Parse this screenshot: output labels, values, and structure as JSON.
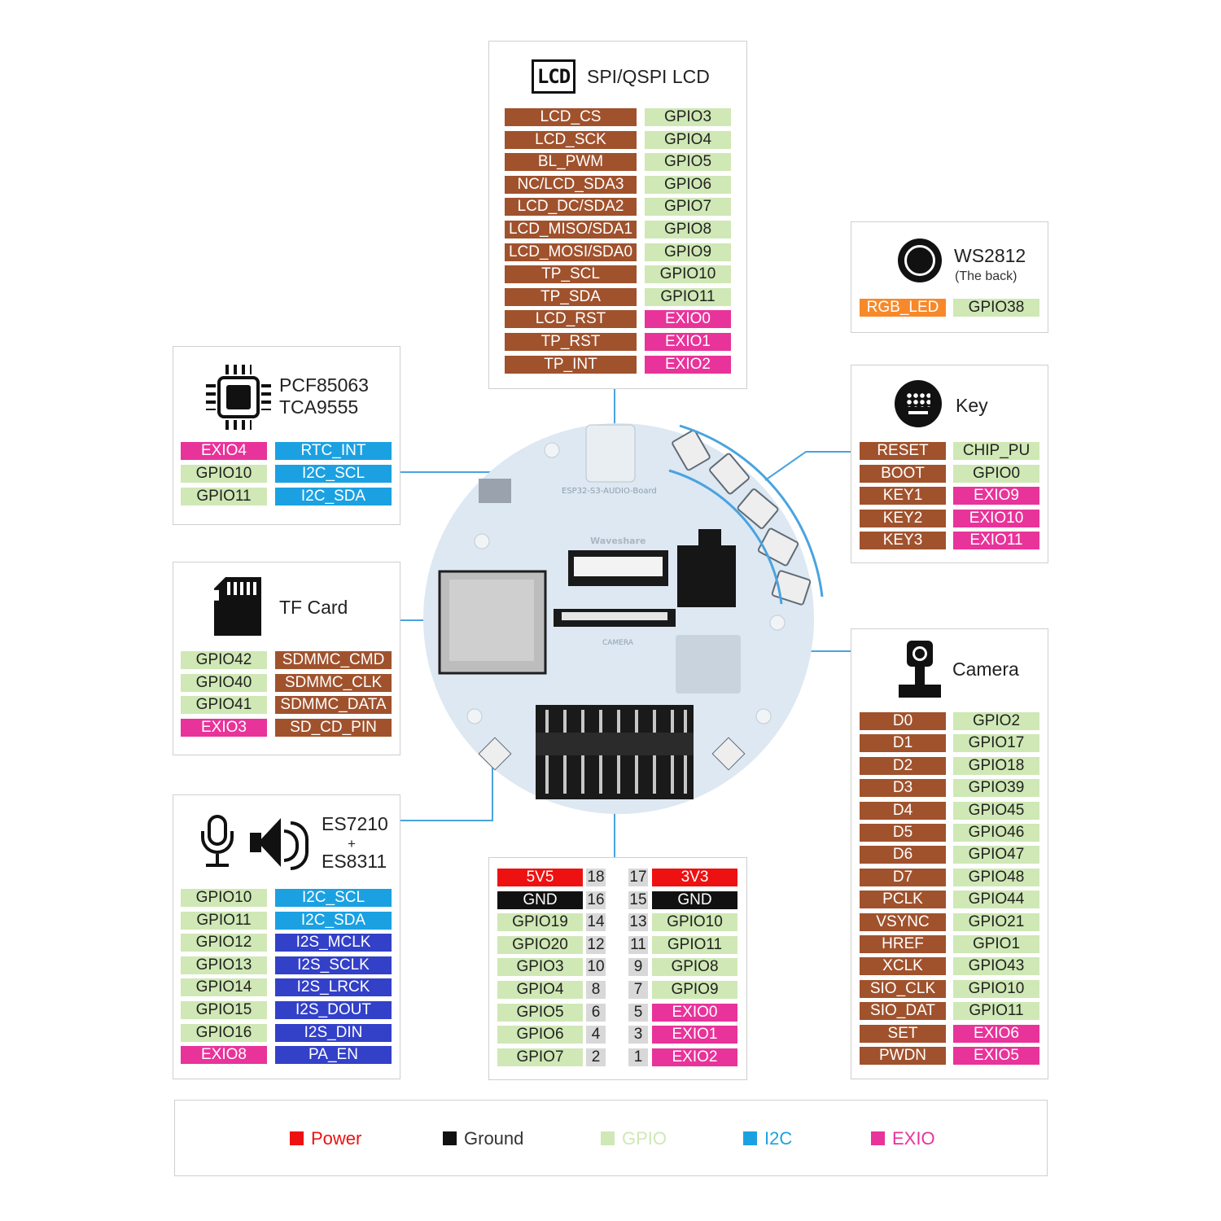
{
  "lcd": {
    "icon_text": "LCD",
    "title": "SPI/QSPI LCD",
    "rows": [
      {
        "fn": "LCD_CS",
        "pin": "GPIO3",
        "pin_type": "gpio"
      },
      {
        "fn": "LCD_SCK",
        "pin": "GPIO4",
        "pin_type": "gpio"
      },
      {
        "fn": "BL_PWM",
        "pin": "GPIO5",
        "pin_type": "gpio"
      },
      {
        "fn": "NC/LCD_SDA3",
        "pin": "GPIO6",
        "pin_type": "gpio"
      },
      {
        "fn": "LCD_DC/SDA2",
        "pin": "GPIO7",
        "pin_type": "gpio"
      },
      {
        "fn": "LCD_MISO/SDA1",
        "pin": "GPIO8",
        "pin_type": "gpio"
      },
      {
        "fn": "LCD_MOSI/SDA0",
        "pin": "GPIO9",
        "pin_type": "gpio"
      },
      {
        "fn": "TP_SCL",
        "pin": "GPIO10",
        "pin_type": "gpio"
      },
      {
        "fn": "TP_SDA",
        "pin": "GPIO11",
        "pin_type": "gpio"
      },
      {
        "fn": "LCD_RST",
        "pin": "EXIO0",
        "pin_type": "exio"
      },
      {
        "fn": "TP_RST",
        "pin": "EXIO1",
        "pin_type": "exio"
      },
      {
        "fn": "TP_INT",
        "pin": "EXIO2",
        "pin_type": "exio"
      }
    ]
  },
  "ws2812": {
    "title": "WS2812",
    "subtitle": "(The back)",
    "rows": [
      {
        "fn": "RGB_LED",
        "pin": "GPIO38"
      }
    ]
  },
  "key": {
    "title": "Key",
    "rows": [
      {
        "fn": "RESET",
        "pin": "CHIP_PU",
        "pin_type": "gpio"
      },
      {
        "fn": "BOOT",
        "pin": "GPIO0",
        "pin_type": "gpio"
      },
      {
        "fn": "KEY1",
        "pin": "EXIO9",
        "pin_type": "exio"
      },
      {
        "fn": "KEY2",
        "pin": "EXIO10",
        "pin_type": "exio"
      },
      {
        "fn": "KEY3",
        "pin": "EXIO11",
        "pin_type": "exio"
      }
    ]
  },
  "rtc": {
    "title_line1": "PCF85063",
    "title_line2": "TCA9555",
    "rows": [
      {
        "pin": "EXIO4",
        "pin_type": "exio",
        "fn": "RTC_INT"
      },
      {
        "pin": "GPIO10",
        "pin_type": "gpio",
        "fn": "I2C_SCL"
      },
      {
        "pin": "GPIO11",
        "pin_type": "gpio",
        "fn": "I2C_SDA"
      }
    ]
  },
  "tf": {
    "title": "TF Card",
    "rows": [
      {
        "pin": "GPIO42",
        "pin_type": "gpio",
        "fn": "SDMMC_CMD"
      },
      {
        "pin": "GPIO40",
        "pin_type": "gpio",
        "fn": "SDMMC_CLK"
      },
      {
        "pin": "GPIO41",
        "pin_type": "gpio",
        "fn": "SDMMC_DATA"
      },
      {
        "pin": "EXIO3",
        "pin_type": "exio",
        "fn": "SD_CD_PIN"
      }
    ]
  },
  "audio": {
    "title_line1": "ES7210",
    "title_plus": "+",
    "title_line2": "ES8311",
    "rows": [
      {
        "pin": "GPIO10",
        "pin_type": "gpio",
        "fn": "I2C_SCL",
        "fn_type": "i2c"
      },
      {
        "pin": "GPIO11",
        "pin_type": "gpio",
        "fn": "I2C_SDA",
        "fn_type": "i2c"
      },
      {
        "pin": "GPIO12",
        "pin_type": "gpio",
        "fn": "I2S_MCLK",
        "fn_type": "i2s"
      },
      {
        "pin": "GPIO13",
        "pin_type": "gpio",
        "fn": "I2S_SCLK",
        "fn_type": "i2s"
      },
      {
        "pin": "GPIO14",
        "pin_type": "gpio",
        "fn": "I2S_LRCK",
        "fn_type": "i2s"
      },
      {
        "pin": "GPIO15",
        "pin_type": "gpio",
        "fn": "I2S_DOUT",
        "fn_type": "i2s"
      },
      {
        "pin": "GPIO16",
        "pin_type": "gpio",
        "fn": "I2S_DIN",
        "fn_type": "i2s"
      },
      {
        "pin": "EXIO8",
        "pin_type": "exio",
        "fn": "PA_EN",
        "fn_type": "i2s"
      }
    ]
  },
  "camera": {
    "title": "Camera",
    "rows": [
      {
        "fn": "D0",
        "pin": "GPIO2",
        "pin_type": "gpio"
      },
      {
        "fn": "D1",
        "pin": "GPIO17",
        "pin_type": "gpio"
      },
      {
        "fn": "D2",
        "pin": "GPIO18",
        "pin_type": "gpio"
      },
      {
        "fn": "D3",
        "pin": "GPIO39",
        "pin_type": "gpio"
      },
      {
        "fn": "D4",
        "pin": "GPIO45",
        "pin_type": "gpio"
      },
      {
        "fn": "D5",
        "pin": "GPIO46",
        "pin_type": "gpio"
      },
      {
        "fn": "D6",
        "pin": "GPIO47",
        "pin_type": "gpio"
      },
      {
        "fn": "D7",
        "pin": "GPIO48",
        "pin_type": "gpio"
      },
      {
        "fn": "PCLK",
        "pin": "GPIO44",
        "pin_type": "gpio"
      },
      {
        "fn": "VSYNC",
        "pin": "GPIO21",
        "pin_type": "gpio"
      },
      {
        "fn": "HREF",
        "pin": "GPIO1",
        "pin_type": "gpio"
      },
      {
        "fn": "XCLK",
        "pin": "GPIO43",
        "pin_type": "gpio"
      },
      {
        "fn": "SIO_CLK",
        "pin": "GPIO10",
        "pin_type": "gpio"
      },
      {
        "fn": "SIO_DAT",
        "pin": "GPIO11",
        "pin_type": "gpio"
      },
      {
        "fn": "SET",
        "pin": "EXIO6",
        "pin_type": "exio"
      },
      {
        "fn": "PWDN",
        "pin": "EXIO5",
        "pin_type": "exio"
      }
    ]
  },
  "header": {
    "rows": [
      {
        "left": "5V5",
        "left_type": "pwr",
        "ln": "18",
        "rn": "17",
        "right": "3V3",
        "right_type": "pwr"
      },
      {
        "left": "GND",
        "left_type": "gnd",
        "ln": "16",
        "rn": "15",
        "right": "GND",
        "right_type": "gnd"
      },
      {
        "left": "GPIO19",
        "left_type": "gpio",
        "ln": "14",
        "rn": "13",
        "right": "GPIO10",
        "right_type": "gpio"
      },
      {
        "left": "GPIO20",
        "left_type": "gpio",
        "ln": "12",
        "rn": "11",
        "right": "GPIO11",
        "right_type": "gpio"
      },
      {
        "left": "GPIO3",
        "left_type": "gpio",
        "ln": "10",
        "rn": "9",
        "right": "GPIO8",
        "right_type": "gpio"
      },
      {
        "left": "GPIO4",
        "left_type": "gpio",
        "ln": "8",
        "rn": "7",
        "right": "GPIO9",
        "right_type": "gpio"
      },
      {
        "left": "GPIO5",
        "left_type": "gpio",
        "ln": "6",
        "rn": "5",
        "right": "EXIO0",
        "right_type": "exio"
      },
      {
        "left": "GPIO6",
        "left_type": "gpio",
        "ln": "4",
        "rn": "3",
        "right": "EXIO1",
        "right_type": "exio"
      },
      {
        "left": "GPIO7",
        "left_type": "gpio",
        "ln": "2",
        "rn": "1",
        "right": "EXIO2",
        "right_type": "exio"
      }
    ]
  },
  "board": {
    "name": "ESP32-S3-AUDIO-Board",
    "brand": "Waveshare",
    "camera_silk": "CAMERA"
  },
  "legend": {
    "items": [
      {
        "label": "Power",
        "color": "#ee1111"
      },
      {
        "label": "Ground",
        "color": "#111111"
      },
      {
        "label": "GPIO",
        "color": "#cfe8b5"
      },
      {
        "label": "I2C",
        "color": "#1ba1e2"
      },
      {
        "label": "EXIO",
        "color": "#e8339a"
      }
    ]
  },
  "colors": {
    "function": "#a0522d",
    "gpio": "#cfe8b5",
    "exio": "#e8339a",
    "i2c": "#1ba1e2",
    "i2s": "#3340c8",
    "power": "#ee1111",
    "ground": "#111111",
    "rgb": "#f7892a",
    "board": "#dde8f2",
    "leader_line": "#4aa3df"
  }
}
